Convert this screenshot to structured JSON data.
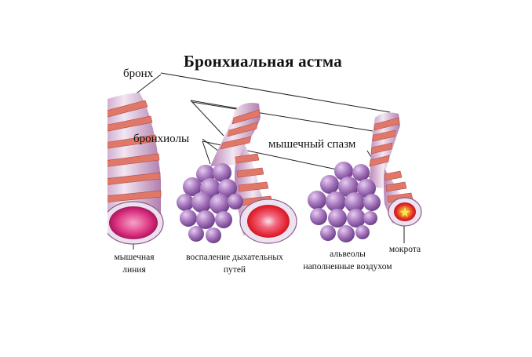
{
  "title": "Бронхиальная астма",
  "labels": {
    "bronchus": "бронх",
    "bronchioles": "бронхиолы",
    "muscle_spasm": "мышечный спазм",
    "muscle_line_1": "мышечная",
    "muscle_line_2": "линия",
    "inflammation_1": "воспаление дыхательных",
    "inflammation_2": "путей",
    "alveoli_1": "альвеолы",
    "alveoli_2": "наполненные воздухом",
    "sputum": "мокрота"
  },
  "colors": {
    "tube": "#c9a3c6",
    "tube_light": "#ecdcec",
    "muscle_band": "#e0786a",
    "alveoli": "#9a6ab3",
    "alveoli_light": "#d9b8e6",
    "lumen_red": "#e0304a"
  }
}
